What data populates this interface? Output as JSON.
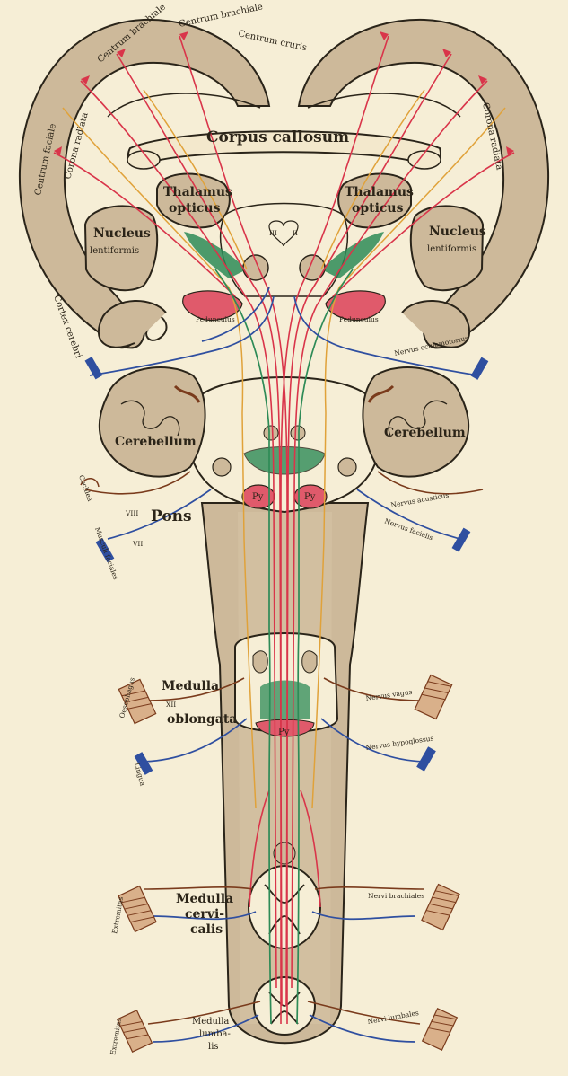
{
  "colors": {
    "paper": "#f6eed6",
    "cortex": "#cdb99a",
    "outline": "#2a2419",
    "motor": "#d9354a",
    "sensory": "#e0a23a",
    "cranial": "#2f4fa0",
    "tract": "#2e8b57",
    "brown": "#7a3b1c"
  },
  "labels": {
    "corpus_callosum": "Corpus callosum",
    "thalamus_left": "Thalamus",
    "thalamus_left_2": "opticus",
    "thalamus_right": "Thalamus",
    "thalamus_right_2": "opticus",
    "nucleus_left": "Nucleus",
    "nucleus_left_2": "lentiformis",
    "nucleus_right": "Nucleus",
    "nucleus_right_2": "lentiformis",
    "cerebellum_left": "Cerebellum",
    "cerebellum_right": "Cerebellum",
    "pons": "Pons",
    "pons_numeral": "VIII",
    "facial_numeral": "VII",
    "medulla_oblongata_1": "Medulla",
    "medulla_oblongata_2": "oblongata",
    "medulla_oblongata_numeral": "XII",
    "medulla_cervicalis_1": "Medulla",
    "medulla_cervicalis_2": "cervi-",
    "medulla_cervicalis_3": "calis",
    "medulla_lumbalis_1": "Medulla",
    "medulla_lumbalis_2": "lumba-",
    "medulla_lumbalis_3": "lis",
    "centrum_brachiale": "Centrum brachiale",
    "centrum_brachiale_2": "Centrum brachiale",
    "centrum_cruris": "Centrum cruris",
    "centrum_faciale": "Centrum faciale",
    "corona_radiata_left": "Corona radiata",
    "corona_radiata_right": "Corona radiata",
    "cortex_cerebri": "Cortex cerebri",
    "nervus_vagus": "Nervus vagus",
    "nervus_hypoglossus": "Nervus hypoglossus",
    "nervi_brachiales": "Nervi brachiales",
    "nervi_lumbales": "Nervi lumbales",
    "nervus_acusticus": "Nervus acusticus",
    "nervus_facialis": "Nervus facialis",
    "nervus_oculomotorius": "Nervus oculomotorius",
    "oesophagus": "Oesophagus",
    "lingua": "Lingua",
    "cochlea": "Cochlea",
    "musculi_faciales": "Musculi faciales",
    "extremitas_sup": "Extremitas",
    "extremitas_inf": "Extremitas",
    "ped_left": "Pedunculus",
    "ped_right": "Pedunculus",
    "py": "Py",
    "roman_three": "III",
    "roman_two": "II"
  }
}
